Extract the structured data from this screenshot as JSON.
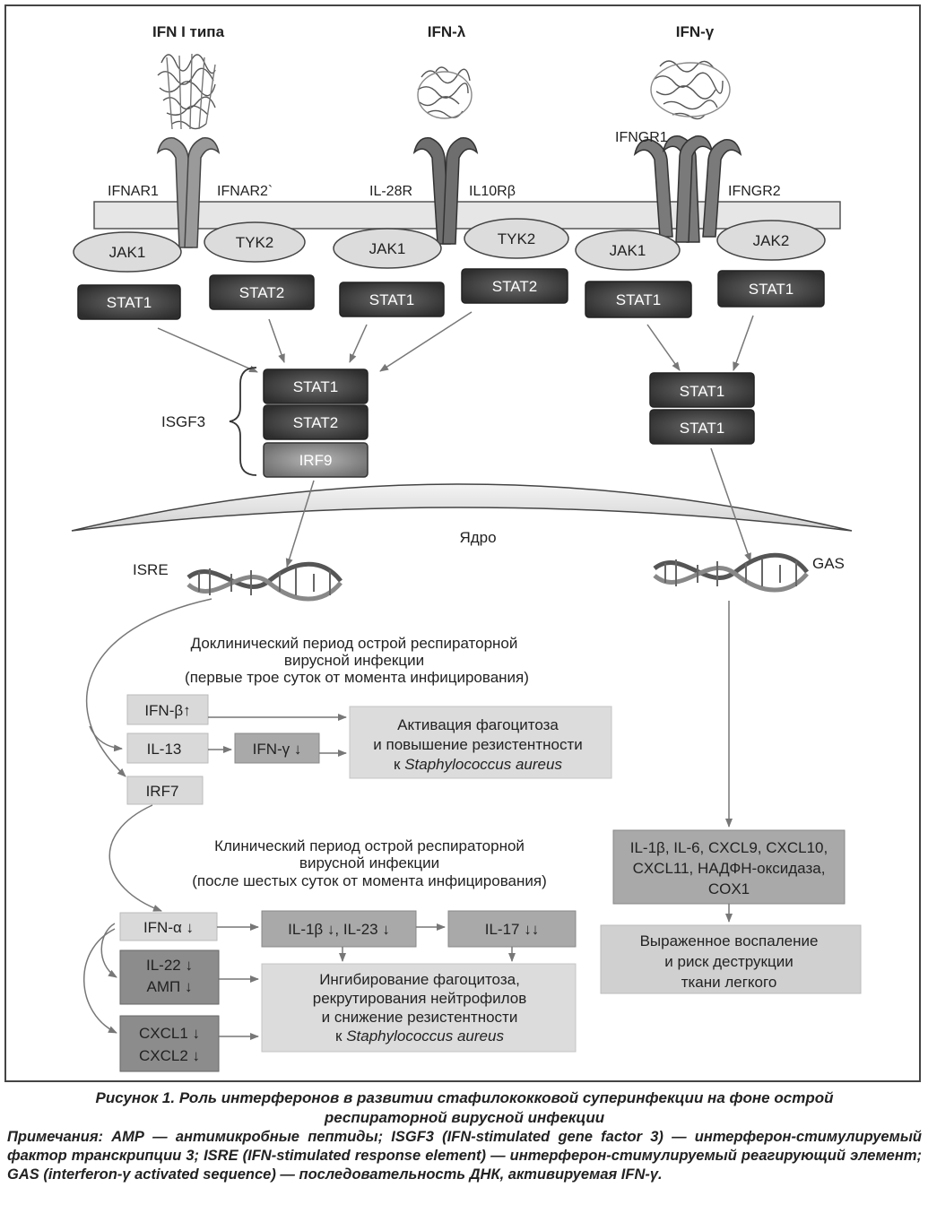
{
  "ligands": {
    "ifn1": "IFN I типа",
    "ifnl": "IFN-λ",
    "ifng": "IFN-γ"
  },
  "receptors": {
    "ifnar1": "IFNAR1",
    "ifnar2": "IFNAR2`",
    "il28r": "IL-28R",
    "il10rb": "IL10Rβ",
    "ifngr1": "IFNGR1",
    "ifngr2": "IFNGR2"
  },
  "kinases": {
    "jak1_a": "JAK1",
    "tyk2_a": "TYK2",
    "jak1_b": "JAK1",
    "tyk2_b": "TYK2",
    "jak1_c": "JAK1",
    "jak2": "JAK2"
  },
  "stats": {
    "s1": "STAT1",
    "s2": "STAT2",
    "s3": "STAT1",
    "s4": "STAT2",
    "s5": "STAT1",
    "s6": "STAT1"
  },
  "isgf3": {
    "label": "ISGF3",
    "stat1": "STAT1",
    "stat2": "STAT2",
    "irf9": "IRF9"
  },
  "gaf": {
    "stat1_top": "STAT1",
    "stat1_bottom": "STAT1"
  },
  "nucleus_label": "Ядро",
  "isre": "ISRE",
  "gas": "GAS",
  "preclinical": {
    "title_lines": [
      "Доклинический период острой респираторной",
      "вирусной инфекции",
      "(первые трое суток от момента инфицирования)"
    ],
    "ifnb": "IFN-β↑",
    "il13": "IL-13",
    "ifng_down": "IFN-γ ↓",
    "irf7": "IRF7",
    "result_lines": [
      "Активация фагоцитоза",
      "и повышение резистентности"
    ],
    "result_prefix": "к ",
    "result_italic": "Staphylococcus aureus"
  },
  "clinical": {
    "title_lines": [
      "Клинический период острой респираторной",
      "вирусной инфекции",
      "(после шестых суток от момента инфицирования)"
    ],
    "ifna": "IFN-α ↓",
    "il1b_il23": "IL-1β ↓, IL-23 ↓",
    "il17": "IL-17 ↓↓",
    "il22": "IL-22 ↓",
    "amp": "АМП ↓",
    "cxcl1": "CXCL1 ↓",
    "cxcl2": "CXCL2 ↓",
    "result_lines": [
      "Ингибирование фагоцитоза,",
      "рекрутирования нейтрофилов",
      "и снижение резистентности"
    ],
    "result_prefix": "к ",
    "result_italic": "Staphylococcus aureus"
  },
  "gamma_path": {
    "genes_lines": [
      "IL-1β, IL-6, CXCL9, CXCL10,",
      "CXCL11, НАДФН-оксидаза,",
      "COX1"
    ],
    "outcome_lines": [
      "Выраженное воспаление",
      "и риск деструкции",
      "ткани легкого"
    ]
  },
  "caption": {
    "line1": "Рисунок 1. Роль интерферонов в развитии стафилококковой суперинфекции на фоне острой",
    "line2": "респираторной вирусной инфекции"
  },
  "notes": {
    "text": "Примечания: АМР — антимикробные пептиды; ISGF3 (IFN-stimulated gene factor 3) — интерферон-стимулируемый фактор транскрипции 3; ISRE (IFN-stimulated response element) — интерферон-стимулируемый реагирующий элемент; GAS (interferon-γ activated sequence) — последовательность ДНК, активируемая IFN-γ."
  },
  "colors": {
    "stat_fill": "#3a3a3a",
    "jak_fill": "#dcdcdc",
    "receptor_fill": "#8f8f8f",
    "membrane_fill": "#e6e6e6",
    "box_light": "#d9d9d9",
    "box_mid": "#a9a9a9",
    "box_dark": "#8c8c8c"
  }
}
